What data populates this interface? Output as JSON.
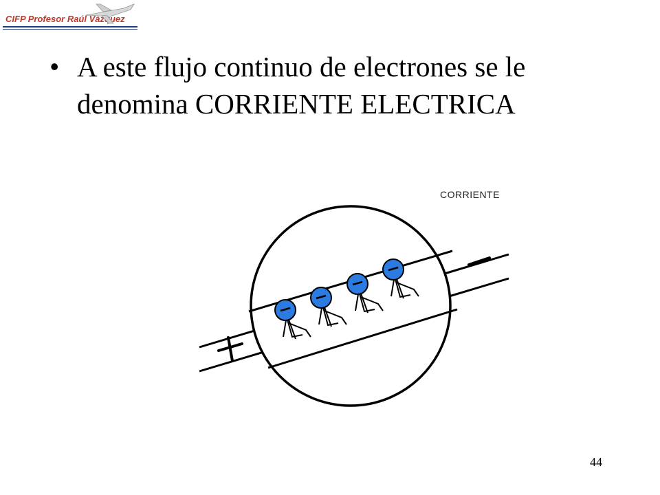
{
  "header": {
    "logo_text": "CIFP Profesor Raúl Vázquez"
  },
  "slide": {
    "bullet_char": "•",
    "bullet_text": "A este flujo continuo de electrones se le denomina CORRIENTE ELECTRICA",
    "diagram": {
      "label": "CORRIENTE",
      "plus_sign": "+",
      "minus_sign": "−",
      "electron_sign": "−",
      "electron_color": "#2b7be0"
    },
    "page_number": "44"
  }
}
